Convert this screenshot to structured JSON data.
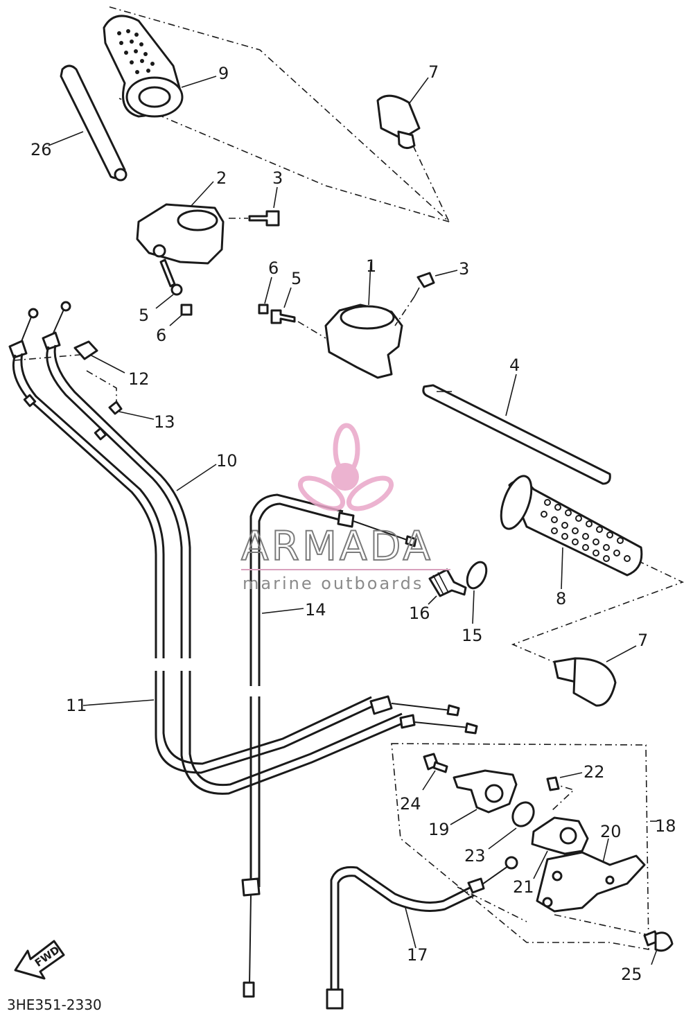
{
  "diagram": {
    "code": "3HE351-2330",
    "fwd_label": "FWD",
    "callouts": [
      {
        "id": "c1",
        "text": "1"
      },
      {
        "id": "c2",
        "text": "2"
      },
      {
        "id": "c3a",
        "text": "3"
      },
      {
        "id": "c3b",
        "text": "3"
      },
      {
        "id": "c4",
        "text": "4"
      },
      {
        "id": "c5a",
        "text": "5"
      },
      {
        "id": "c5b",
        "text": "5"
      },
      {
        "id": "c6a",
        "text": "6"
      },
      {
        "id": "c6b",
        "text": "6"
      },
      {
        "id": "c7a",
        "text": "7"
      },
      {
        "id": "c7b",
        "text": "7"
      },
      {
        "id": "c8",
        "text": "8"
      },
      {
        "id": "c9",
        "text": "9"
      },
      {
        "id": "c10",
        "text": "10"
      },
      {
        "id": "c11",
        "text": "11"
      },
      {
        "id": "c12",
        "text": "12"
      },
      {
        "id": "c13",
        "text": "13"
      },
      {
        "id": "c14",
        "text": "14"
      },
      {
        "id": "c15",
        "text": "15"
      },
      {
        "id": "c16",
        "text": "16"
      },
      {
        "id": "c17",
        "text": "17"
      },
      {
        "id": "c18",
        "text": "18"
      },
      {
        "id": "c19",
        "text": "19"
      },
      {
        "id": "c20",
        "text": "20"
      },
      {
        "id": "c21",
        "text": "21"
      },
      {
        "id": "c22",
        "text": "22"
      },
      {
        "id": "c23",
        "text": "23"
      },
      {
        "id": "c24",
        "text": "24"
      },
      {
        "id": "c25",
        "text": "25"
      },
      {
        "id": "c26",
        "text": "26"
      }
    ]
  },
  "watermark": {
    "title": "ARMADA",
    "subtitle": "marine outboards",
    "logo_color": "#e9a6c8"
  }
}
